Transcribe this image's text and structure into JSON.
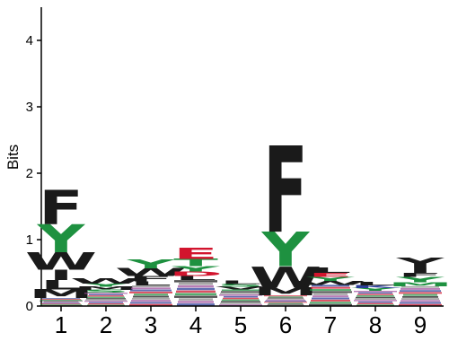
{
  "chart_data": {
    "type": "sequence-logo",
    "ylabel": "Bits",
    "xlabel": "",
    "ylim": [
      0,
      4.5
    ],
    "y_ticks": [
      "0",
      "1",
      "2",
      "3",
      "4"
    ],
    "positions": [
      "1",
      "2",
      "3",
      "4",
      "5",
      "6",
      "7",
      "8",
      "9"
    ],
    "colors": {
      "hydrophobic": "#1a1a1a",
      "polar": "#1e9140",
      "acidic": "#d2142d",
      "basic": "#2b3d98",
      "neutral": "#a0519e"
    },
    "stacks": [
      {
        "position": "1",
        "total_bits": 1.75,
        "letters": [
          {
            "letter": "F",
            "bits": 0.52,
            "color": "#1a1a1a"
          },
          {
            "letter": "Y",
            "bits": 0.42,
            "color": "#1e9140"
          },
          {
            "letter": "W",
            "bits": 0.26,
            "color": "#1a1a1a"
          },
          {
            "letter": "I",
            "bits": 0.16,
            "color": "#1a1a1a"
          },
          {
            "letter": "L",
            "bits": 0.14,
            "color": "#1a1a1a"
          },
          {
            "letter": "M",
            "bits": 0.13,
            "color": "#1a1a1a"
          }
        ]
      },
      {
        "position": "2",
        "total_bits": 0.42,
        "letters": [
          {
            "letter": "W",
            "bits": 0.08,
            "color": "#1a1a1a"
          },
          {
            "letter": "Y",
            "bits": 0.05,
            "color": "#1e9140"
          },
          {
            "letter": "M",
            "bits": 0.05,
            "color": "#1a1a1a"
          },
          {
            "letter": "S",
            "bits": 0.04,
            "color": "#1e9140"
          }
        ]
      },
      {
        "position": "3",
        "total_bits": 0.7,
        "letters": [
          {
            "letter": "Y",
            "bits": 0.13,
            "color": "#1e9140"
          },
          {
            "letter": "W",
            "bits": 0.12,
            "color": "#1a1a1a"
          },
          {
            "letter": "F",
            "bits": 0.08,
            "color": "#1a1a1a"
          },
          {
            "letter": "L",
            "bits": 0.06,
            "color": "#1a1a1a"
          }
        ]
      },
      {
        "position": "4",
        "total_bits": 0.88,
        "letters": [
          {
            "letter": "E",
            "bits": 0.17,
            "color": "#d2142d"
          },
          {
            "letter": "T",
            "bits": 0.11,
            "color": "#1e9140"
          },
          {
            "letter": "Y",
            "bits": 0.08,
            "color": "#1e9140"
          },
          {
            "letter": "D",
            "bits": 0.07,
            "color": "#d2142d"
          },
          {
            "letter": "L",
            "bits": 0.06,
            "color": "#1a1a1a"
          }
        ]
      },
      {
        "position": "5",
        "total_bits": 0.38,
        "letters": [
          {
            "letter": "L",
            "bits": 0.05,
            "color": "#1a1a1a"
          },
          {
            "letter": "S",
            "bits": 0.04,
            "color": "#1e9140"
          },
          {
            "letter": "V",
            "bits": 0.04,
            "color": "#1a1a1a"
          }
        ]
      },
      {
        "position": "6",
        "total_bits": 2.42,
        "letters": [
          {
            "letter": "F",
            "bits": 1.3,
            "color": "#1a1a1a"
          },
          {
            "letter": "Y",
            "bits": 0.52,
            "color": "#1e9140"
          },
          {
            "letter": "W",
            "bits": 0.32,
            "color": "#1a1a1a"
          },
          {
            "letter": "M",
            "bits": 0.12,
            "color": "#1a1a1a"
          }
        ]
      },
      {
        "position": "7",
        "total_bits": 0.58,
        "letters": [
          {
            "letter": "L",
            "bits": 0.08,
            "color": "#1a1a1a"
          },
          {
            "letter": "E",
            "bits": 0.06,
            "color": "#d2142d"
          },
          {
            "letter": "Y",
            "bits": 0.06,
            "color": "#1e9140"
          },
          {
            "letter": "W",
            "bits": 0.06,
            "color": "#1a1a1a"
          }
        ]
      },
      {
        "position": "8",
        "total_bits": 0.36,
        "letters": [
          {
            "letter": "L",
            "bits": 0.05,
            "color": "#1a1a1a"
          },
          {
            "letter": "K",
            "bits": 0.04,
            "color": "#2b3d98"
          },
          {
            "letter": "Y",
            "bits": 0.04,
            "color": "#1e9140"
          }
        ]
      },
      {
        "position": "9",
        "total_bits": 0.73,
        "letters": [
          {
            "letter": "Y",
            "bits": 0.15,
            "color": "#1a1a1a"
          },
          {
            "letter": "I",
            "bits": 0.08,
            "color": "#1a1a1a"
          },
          {
            "letter": "F",
            "bits": 0.06,
            "color": "#1a1a1a"
          },
          {
            "letter": "Y",
            "bits": 0.08,
            "color": "#1e9140"
          },
          {
            "letter": "M",
            "bits": 0.06,
            "color": "#1e9140"
          }
        ]
      }
    ],
    "residual_palette": [
      "#1a1a1a",
      "#1e9140",
      "#d2142d",
      "#2b3d98",
      "#a0519e",
      "#8a8a8a"
    ]
  }
}
